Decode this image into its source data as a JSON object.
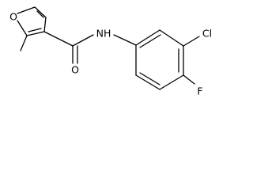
{
  "atoms": [
    {
      "id": "o_furan",
      "label": "O"
    },
    {
      "id": "o_carbonyl",
      "label": "O"
    },
    {
      "id": "nh",
      "label": "NH"
    },
    {
      "id": "cl",
      "label": "Cl"
    },
    {
      "id": "f",
      "label": "F"
    }
  ],
  "colors": {
    "ink": "#000000",
    "background": "#ffffff"
  }
}
